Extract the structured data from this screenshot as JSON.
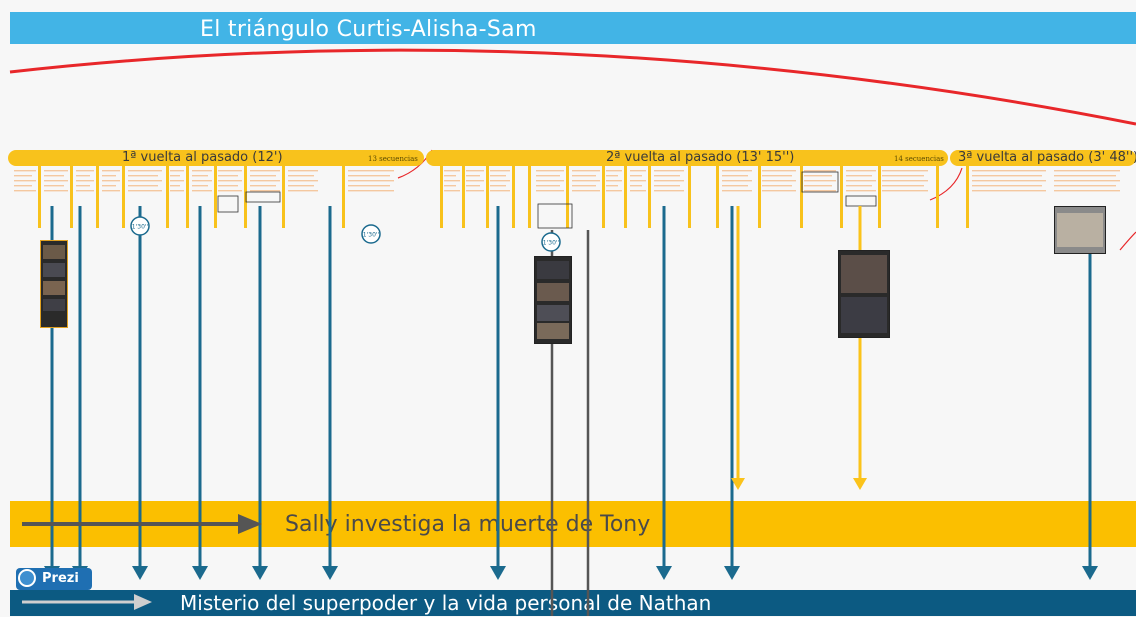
{
  "title": "El triángulo Curtis-Alisha-Sam",
  "bands": {
    "sally": "Sally investiga la muerte de Tony",
    "nathan": "Misterio del superpoder y la vida personal de Nathan"
  },
  "timeline": [
    {
      "label": "1ª vuelta al pasado (12')",
      "count": "13 secuencias"
    },
    {
      "label": "2ª vuelta al pasado (13' 15'')",
      "count": "14 secuencias"
    },
    {
      "label": "3ª vuelta al pasado (3' 48'')",
      "count": ""
    }
  ],
  "markers": [
    "1'30''",
    "1'30''",
    "1'30''"
  ],
  "prezi": "Prezi",
  "colors": {
    "title_band": "#42b4e6",
    "red_arc": "#e8272a",
    "timeline_yellow": "#f8c21c",
    "sally_band": "#fbbf00",
    "nathan_band": "#0c5a82",
    "arrow_blue": "#1b6a8e",
    "arrow_yellow": "#fbc31a",
    "arrow_gray": "#555555"
  }
}
